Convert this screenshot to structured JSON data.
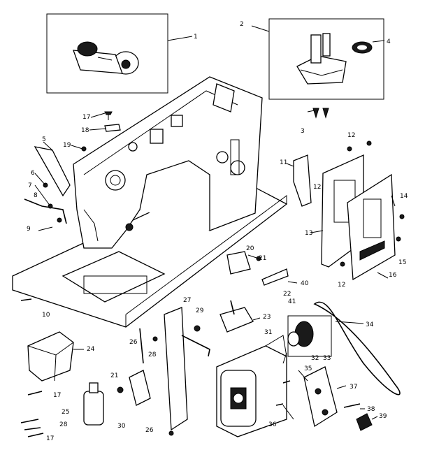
{
  "callouts": [
    {
      "id": "c1",
      "text": "1"
    },
    {
      "id": "c2",
      "text": "2"
    },
    {
      "id": "c3",
      "text": "3"
    },
    {
      "id": "c4",
      "text": "4"
    },
    {
      "id": "c5",
      "text": "5"
    },
    {
      "id": "c6",
      "text": "6"
    },
    {
      "id": "c7",
      "text": "7"
    },
    {
      "id": "c8",
      "text": "8"
    },
    {
      "id": "c9",
      "text": "9"
    },
    {
      "id": "c10",
      "text": "10"
    },
    {
      "id": "c11",
      "text": "11"
    },
    {
      "id": "c12a",
      "text": "12"
    },
    {
      "id": "c12b",
      "text": "12"
    },
    {
      "id": "c12c",
      "text": "12"
    },
    {
      "id": "c13",
      "text": "13"
    },
    {
      "id": "c14",
      "text": "14"
    },
    {
      "id": "c15",
      "text": "15"
    },
    {
      "id": "c16",
      "text": "16"
    },
    {
      "id": "c17a",
      "text": "17"
    },
    {
      "id": "c17b",
      "text": "17"
    },
    {
      "id": "c17c",
      "text": "17"
    },
    {
      "id": "c18",
      "text": "18"
    },
    {
      "id": "c19",
      "text": "19"
    },
    {
      "id": "c20",
      "text": "20"
    },
    {
      "id": "c21a",
      "text": "21"
    },
    {
      "id": "c21b",
      "text": "21"
    },
    {
      "id": "c22",
      "text": "22"
    },
    {
      "id": "c23",
      "text": "23"
    },
    {
      "id": "c24",
      "text": "24"
    },
    {
      "id": "c25",
      "text": "25"
    },
    {
      "id": "c26a",
      "text": "26"
    },
    {
      "id": "c26b",
      "text": "26"
    },
    {
      "id": "c27",
      "text": "27"
    },
    {
      "id": "c28a",
      "text": "28"
    },
    {
      "id": "c28b",
      "text": "28"
    },
    {
      "id": "c29",
      "text": "29"
    },
    {
      "id": "c30",
      "text": "30"
    },
    {
      "id": "c31",
      "text": "31"
    },
    {
      "id": "c32",
      "text": "32"
    },
    {
      "id": "c33",
      "text": "33"
    },
    {
      "id": "c34",
      "text": "34"
    },
    {
      "id": "c35",
      "text": "35"
    },
    {
      "id": "c36",
      "text": "36"
    },
    {
      "id": "c37",
      "text": "37"
    },
    {
      "id": "c38",
      "text": "38"
    },
    {
      "id": "c39",
      "text": "39"
    },
    {
      "id": "c40",
      "text": "40"
    },
    {
      "id": "c41",
      "text": "41"
    }
  ]
}
